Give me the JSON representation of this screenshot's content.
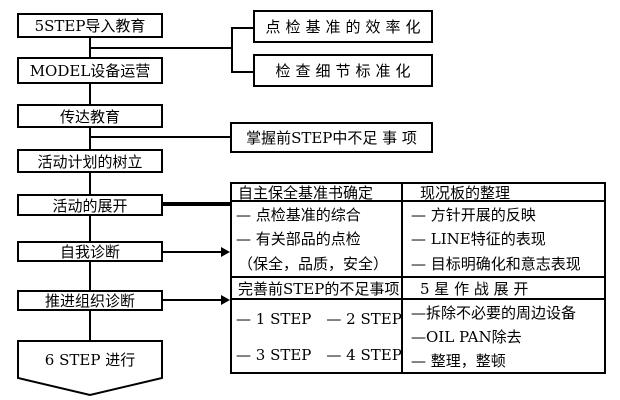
{
  "flow": {
    "steps": [
      {
        "label": "5STEP导入教育"
      },
      {
        "label": "MODEL设备运营"
      },
      {
        "label": "传达教育"
      },
      {
        "label": "活动计划的树立"
      },
      {
        "label": "活动的展开"
      },
      {
        "label": "自我诊断"
      },
      {
        "label": "推进组织诊断"
      }
    ],
    "terminal": {
      "label": "6 STEP 进行"
    }
  },
  "callouts": {
    "top1": "点检基准的效率化",
    "top2": "检查细节标准化",
    "middle": "掌握前STEP中不足 事 项"
  },
  "table": {
    "sections": [
      {
        "left_header": "自主保全基准书确定",
        "right_header": "现况板的整理",
        "left_items": [
          "— 点检基准的综合",
          "— 有关部品的点检",
          "（保全，品质，安全）"
        ],
        "right_items": [
          "— 方针开展的反映",
          "— LINE特征的表现",
          "— 目标明确化和意志表现"
        ]
      },
      {
        "left_header": "完善前STEP的不足事项",
        "right_header": "5 星 作 战 展 开",
        "left_items": [
          "— 1 STEP　— 2 STEP",
          "— 3 STEP　— 4 STEP"
        ],
        "right_items": [
          "—拆除不必要的周边设备",
          "—OIL PAN除去",
          "— 整理，整顿"
        ]
      }
    ]
  },
  "colors": {
    "line": "#000000",
    "background": "#ffffff",
    "text": "#000000"
  }
}
